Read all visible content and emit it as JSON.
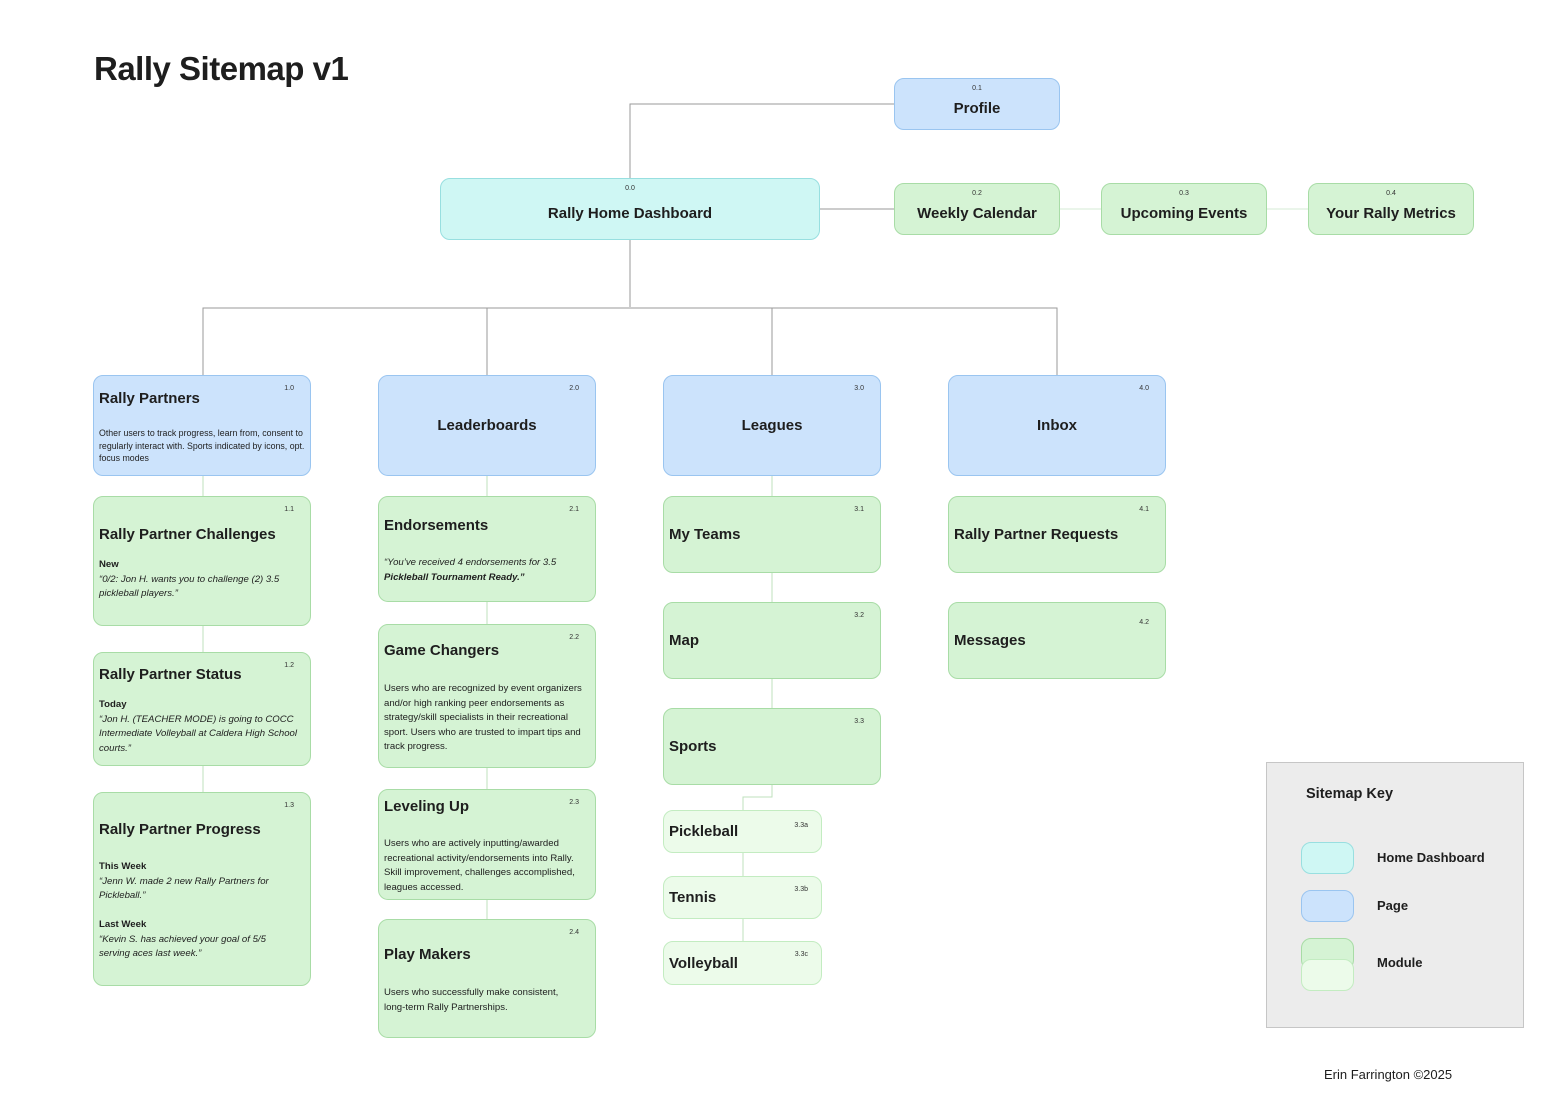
{
  "title": "Rally Sitemap v1",
  "footer": "Erin Farrington ©2025",
  "colors": {
    "home_dashboard": "#cff7f4",
    "page": "#cce3fc",
    "module": "#d5f3d4",
    "sub_module": "#ecfbea",
    "connector": "#9a9a9a"
  },
  "nodes": {
    "home": {
      "num": "0.0",
      "label": "Rally Home Dashboard"
    },
    "profile": {
      "num": "0.1",
      "label": "Profile"
    },
    "weekly_calendar": {
      "num": "0.2",
      "label": "Weekly Calendar"
    },
    "upcoming_events": {
      "num": "0.3",
      "label": "Upcoming Events"
    },
    "your_rally_metrics": {
      "num": "0.4",
      "label": "Your Rally Metrics"
    },
    "rally_partners": {
      "num": "1.0",
      "label": "Rally Partners",
      "desc": [
        "Other users to track progress, learn from, consent to",
        "regularly interact with. Sports indicated by icons, opt.",
        "focus modes"
      ]
    },
    "partner_challenges": {
      "num": "1.1",
      "label": "Rally Partner Challenges",
      "desc_heading": "New",
      "desc": [
        "“0/2: Jon H. wants you to challenge (2) 3.5",
        "pickleball players.”"
      ]
    },
    "partner_status": {
      "num": "1.2",
      "label": "Rally Partner Status",
      "desc_heading": "Today",
      "desc": [
        "“Jon H. (TEACHER MODE) is going to COCC",
        "Intermediate Volleyball at Caldera High School",
        "courts.”"
      ]
    },
    "partner_progress": {
      "num": "1.3",
      "label": "Rally Partner Progress",
      "this_week_heading": "This Week",
      "this_week": [
        "“Jenn W. made 2 new Rally Partners for",
        "Pickleball.”"
      ],
      "last_week_heading": "Last Week",
      "last_week": [
        "“Kevin S. has achieved your goal of 5/5",
        "serving aces last week.”"
      ]
    },
    "leaderboards": {
      "num": "2.0",
      "label": "Leaderboards"
    },
    "endorsements": {
      "num": "2.1",
      "label": "Endorsements",
      "desc": [
        "“You’ve received 4 endorsements for 3.5",
        "Pickleball Tournament Ready.”"
      ]
    },
    "game_changers": {
      "num": "2.2",
      "label": "Game Changers",
      "desc": [
        "Users who are recognized by event organizers",
        "and/or high ranking peer endorsements as",
        "strategy/skill specialists in their recreational",
        "sport. Users who are trusted to impart tips and",
        "track progress."
      ]
    },
    "leveling_up": {
      "num": "2.3",
      "label": "Leveling Up",
      "desc": [
        "Users who are actively inputting/awarded",
        "recreational activity/endorsements into Rally.",
        "Skill improvement, challenges accomplished,",
        "leagues accessed."
      ]
    },
    "play_makers": {
      "num": "2.4",
      "label": "Play Makers",
      "desc": [
        "Users who successfully make consistent,",
        "long-term Rally Partnerships."
      ]
    },
    "leagues": {
      "num": "3.0",
      "label": "Leagues"
    },
    "my_teams": {
      "num": "3.1",
      "label": "My Teams"
    },
    "map": {
      "num": "3.2",
      "label": "Map"
    },
    "sports": {
      "num": "3.3",
      "label": "Sports"
    },
    "pickleball": {
      "num": "3.3a",
      "label": "Pickleball"
    },
    "tennis": {
      "num": "3.3b",
      "label": "Tennis"
    },
    "volleyball": {
      "num": "3.3c",
      "label": "Volleyball"
    },
    "inbox": {
      "num": "4.0",
      "label": "Inbox"
    },
    "partner_requests": {
      "num": "4.1",
      "label": "Rally Partner Requests"
    },
    "messages": {
      "num": "4.2",
      "label": "Messages"
    }
  },
  "key": {
    "title": "Sitemap Key",
    "home_dashboard": "Home Dashboard",
    "page": "Page",
    "module": "Module"
  }
}
